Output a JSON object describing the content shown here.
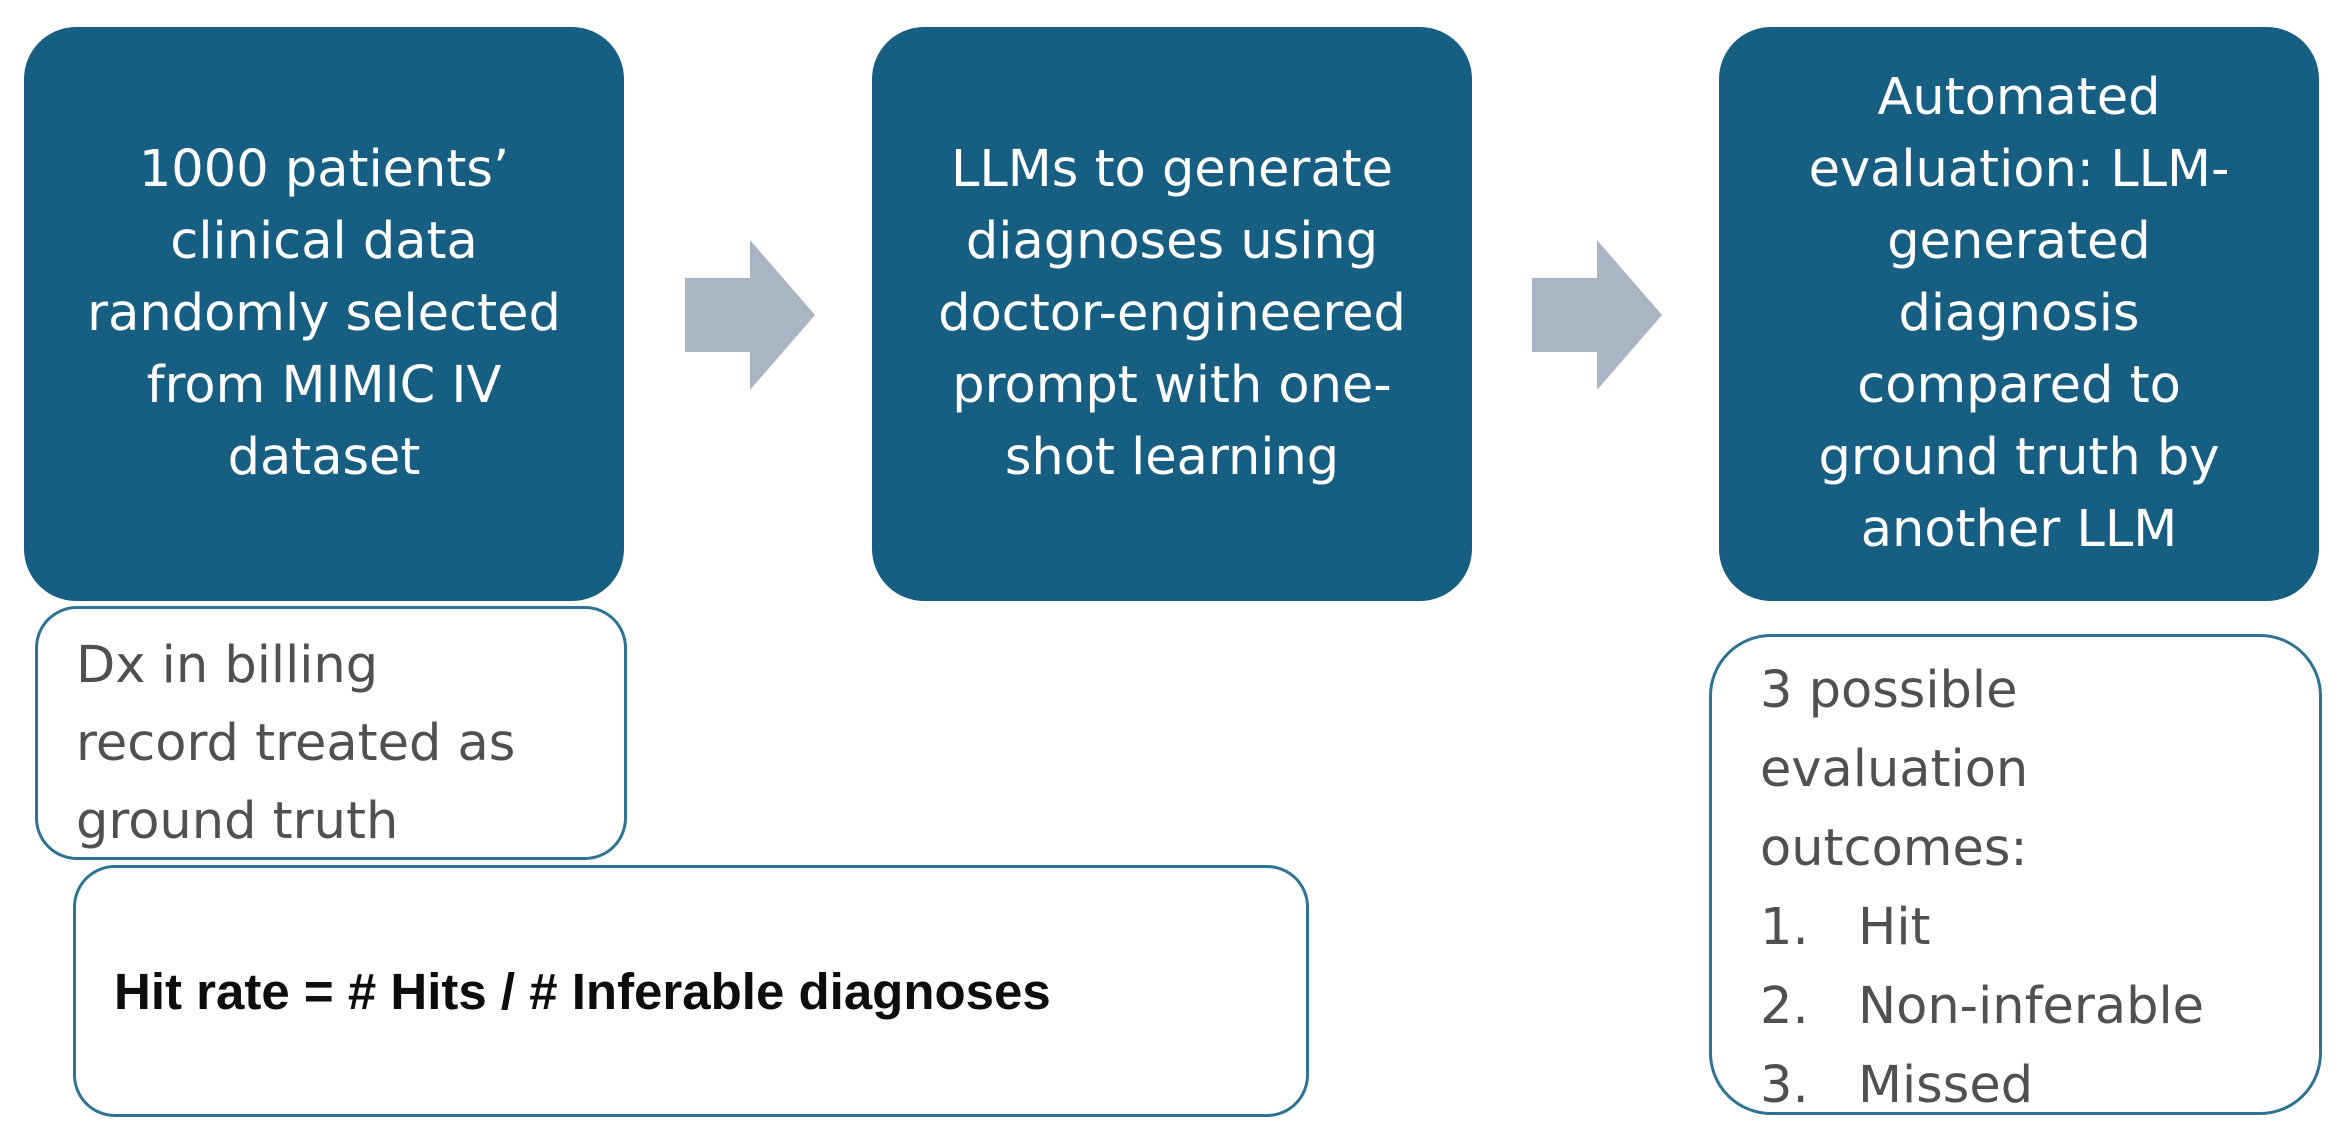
{
  "steps": [
    {
      "lines": [
        "1000 patients’",
        "clinical data",
        "randomly selected",
        "from MIMIC IV",
        "dataset"
      ]
    },
    {
      "lines": [
        "LLMs to generate",
        "diagnoses using",
        "doctor-engineered",
        "prompt with one-",
        "shot learning"
      ]
    },
    {
      "lines": [
        "Automated",
        "evaluation: LLM-",
        "generated",
        "diagnosis",
        "compared to",
        "ground truth by",
        "another LLM"
      ]
    }
  ],
  "ground_truth_note": {
    "lines": [
      "Dx in billing",
      "record treated as",
      "ground truth"
    ]
  },
  "outcomes_note": {
    "intro_lines": [
      "3 possible",
      "evaluation",
      "outcomes:"
    ],
    "items": [
      {
        "number": "1.",
        "label": "Hit"
      },
      {
        "number": "2.",
        "label": "Non-inferable"
      },
      {
        "number": "3.",
        "label": "Missed"
      }
    ]
  },
  "hit_rate": {
    "formula": "Hit rate = # Hits / # Inferable diagnoses"
  },
  "colors": {
    "step_fill": "#165e82",
    "arrow_fill": "#a9b5c2",
    "note_border": "#2f7392",
    "note_text": "#505050"
  }
}
